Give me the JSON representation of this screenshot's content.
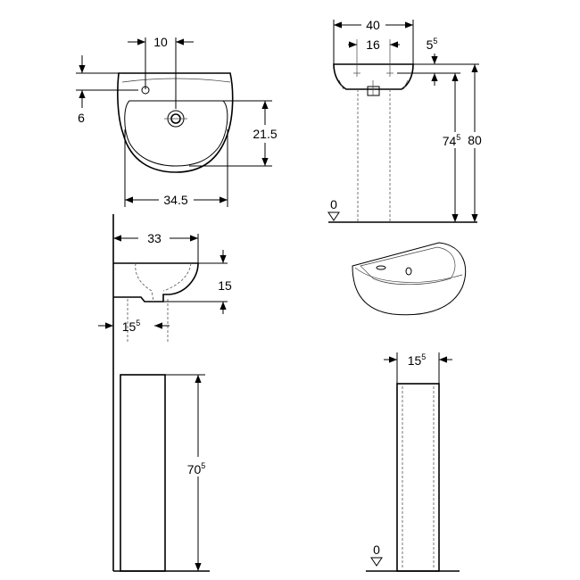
{
  "dimensions": {
    "tap_offset": "10",
    "tap_from_edge": "6",
    "bowl_depth_plan": "21.5",
    "bowl_width": "34.5",
    "basin_width": "40",
    "tap_holes_spacing": "16",
    "rim_height": {
      "base": "5",
      "sup": "5"
    },
    "tap_height": {
      "base": "74",
      "sup": "5"
    },
    "overall_height": "80",
    "projection": "33",
    "basin_height": "15",
    "drain_offset": {
      "base": "15",
      "sup": "5"
    },
    "pedestal_height": {
      "base": "70",
      "sup": "5"
    },
    "pedestal_width": {
      "base": "15",
      "sup": "5"
    },
    "floor_level_1": "0",
    "floor_level_2": "0"
  },
  "colors": {
    "line": "#000000",
    "background": "#ffffff"
  }
}
